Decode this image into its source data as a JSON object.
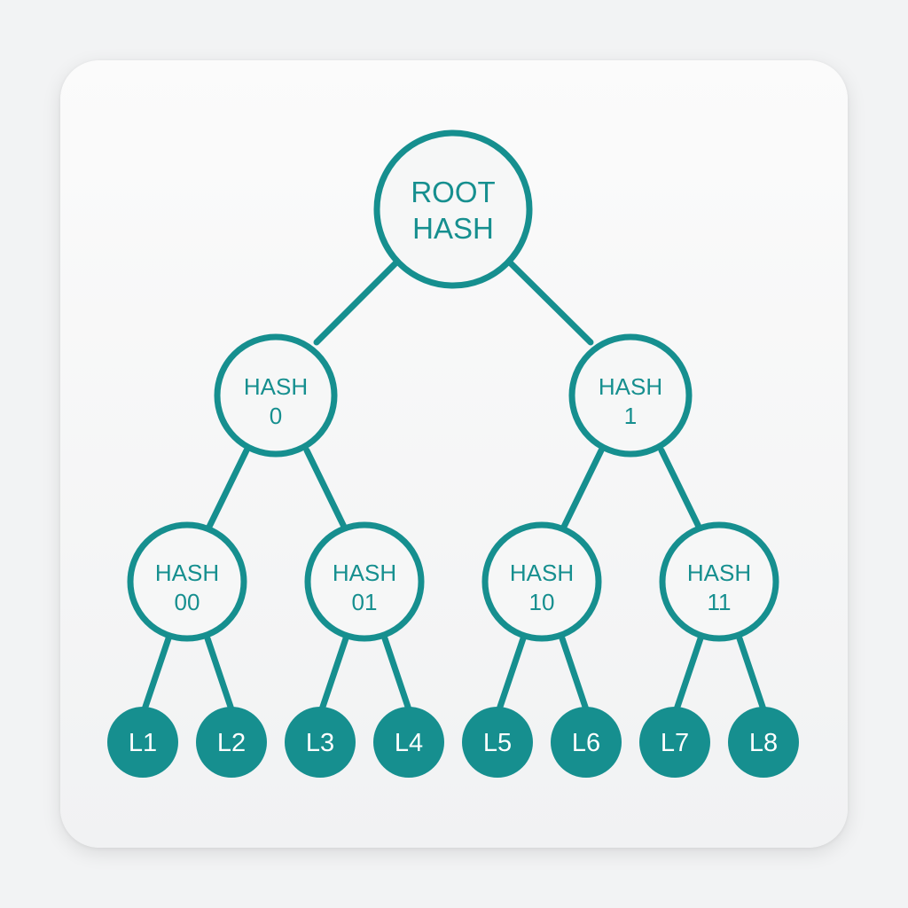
{
  "colors": {
    "accent": "#168f8f",
    "node_fill": "#f6f7f7",
    "leaf_text": "#ffffff",
    "card_background": "#f7f8f8"
  },
  "tree": {
    "root": {
      "line1": "ROOT",
      "line2": "HASH"
    },
    "level1": [
      {
        "line1": "HASH",
        "line2": "0"
      },
      {
        "line1": "HASH",
        "line2": "1"
      }
    ],
    "level2": [
      {
        "line1": "HASH",
        "line2": "00"
      },
      {
        "line1": "HASH",
        "line2": "01"
      },
      {
        "line1": "HASH",
        "line2": "10"
      },
      {
        "line1": "HASH",
        "line2": "11"
      }
    ],
    "leaves": [
      "L1",
      "L2",
      "L3",
      "L4",
      "L5",
      "L6",
      "L7",
      "L8"
    ]
  }
}
